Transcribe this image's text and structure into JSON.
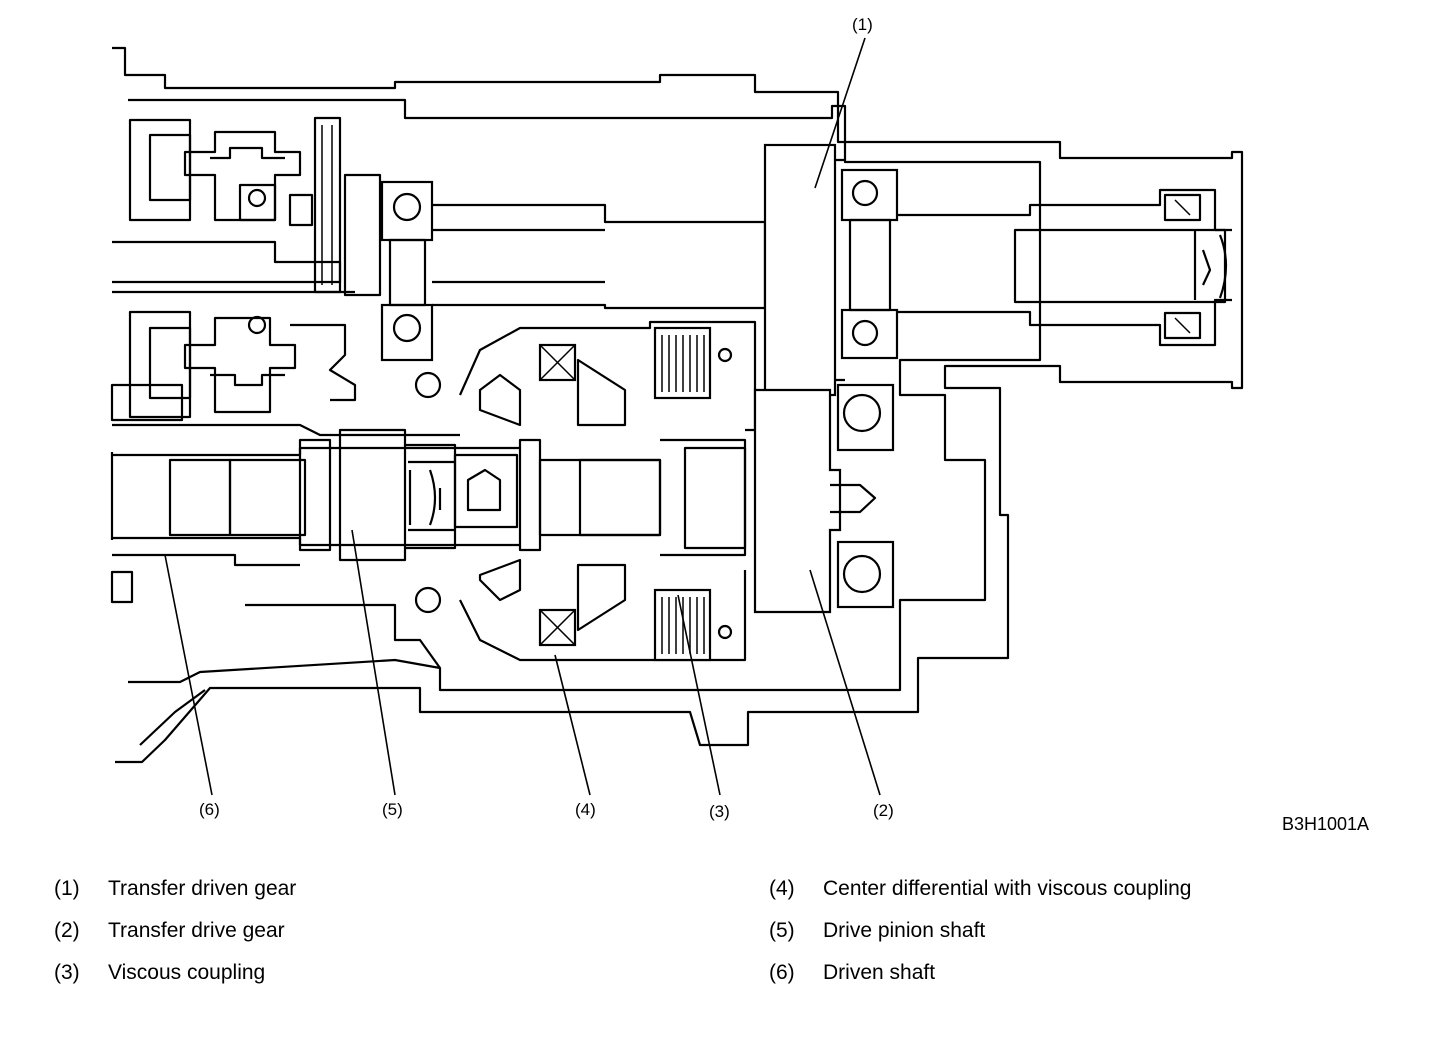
{
  "figure_id": "B3H1001A",
  "callouts": {
    "c1": "(1)",
    "c2": "(2)",
    "c3": "(3)",
    "c4": "(4)",
    "c5": "(5)",
    "c6": "(6)"
  },
  "legend": {
    "left": [
      {
        "num": "(1)",
        "label": "Transfer driven gear"
      },
      {
        "num": "(2)",
        "label": "Transfer drive gear"
      },
      {
        "num": "(3)",
        "label": "Viscous coupling"
      }
    ],
    "right": [
      {
        "num": "(4)",
        "label": "Center differential with viscous coupling"
      },
      {
        "num": "(5)",
        "label": "Drive pinion shaft"
      },
      {
        "num": "(6)",
        "label": "Driven shaft"
      }
    ]
  }
}
